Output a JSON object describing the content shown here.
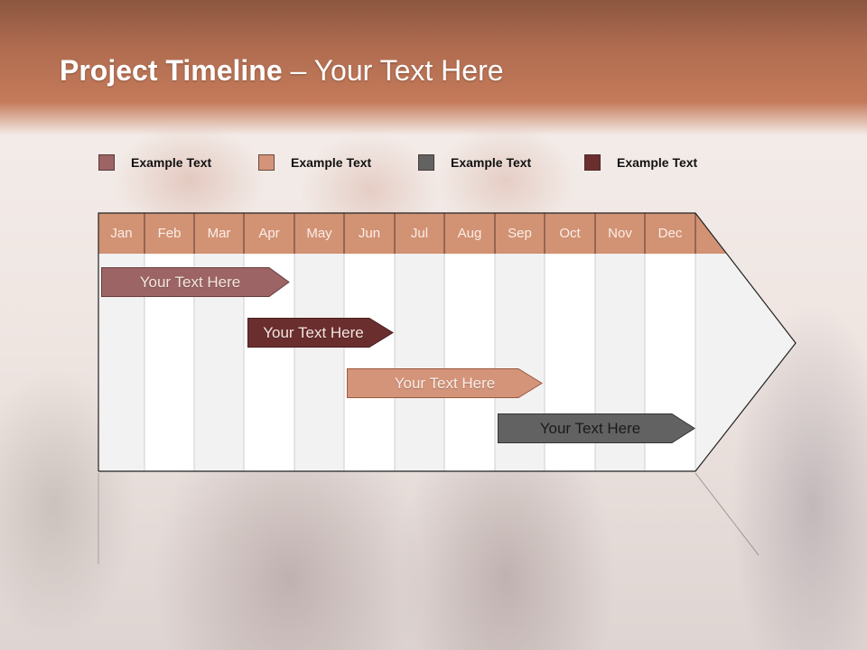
{
  "slide": {
    "title_bold": "Project Timeline",
    "title_rest": " – Your Text Here"
  },
  "colors": {
    "header": "#c47a5a",
    "month_header": "#d29274",
    "col_light": "#f2f2f2",
    "col_white": "#ffffff"
  },
  "legend": [
    {
      "label": "Example Text",
      "color": "#9c6464"
    },
    {
      "label": "Example Text",
      "color": "#d4947a"
    },
    {
      "label": "Example Text",
      "color": "#626262"
    },
    {
      "label": "Example Text",
      "color": "#6b2e2e"
    }
  ],
  "chart_data": {
    "type": "gantt",
    "title": "Project Timeline – Your Text Here",
    "categories": [
      "Jan",
      "Feb",
      "Mar",
      "Apr",
      "May",
      "Jun",
      "Jul",
      "Aug",
      "Sep",
      "Oct",
      "Nov",
      "Dec"
    ],
    "legend": [
      "Example Text",
      "Example Text",
      "Example Text",
      "Example Text"
    ],
    "tasks": [
      {
        "label": "Your  Text Here",
        "start_month": "Jan",
        "end_month": "Apr",
        "start": 0.05,
        "end": 3.9,
        "series": 0,
        "color": "#9c6464",
        "text_color": "#f5e6e0"
      },
      {
        "label": "Your  Text Here",
        "start_month": "Apr",
        "end_month": "Jun",
        "start": 3.0,
        "end": 5.95,
        "series": 3,
        "color": "#6b2e2e",
        "text_color": "#f5e6e0"
      },
      {
        "label": "Your  Text Here",
        "start_month": "Jun",
        "end_month": "Sep",
        "start": 5.05,
        "end": 8.95,
        "series": 1,
        "color": "#d4947a",
        "text_color": "#fbeee7"
      },
      {
        "label": "Your  Text Here",
        "start_month": "Sep",
        "end_month": "Dec",
        "start": 8.05,
        "end": 11.95,
        "series": 2,
        "color": "#626262",
        "text_color": "#1a1a1a"
      }
    ]
  }
}
